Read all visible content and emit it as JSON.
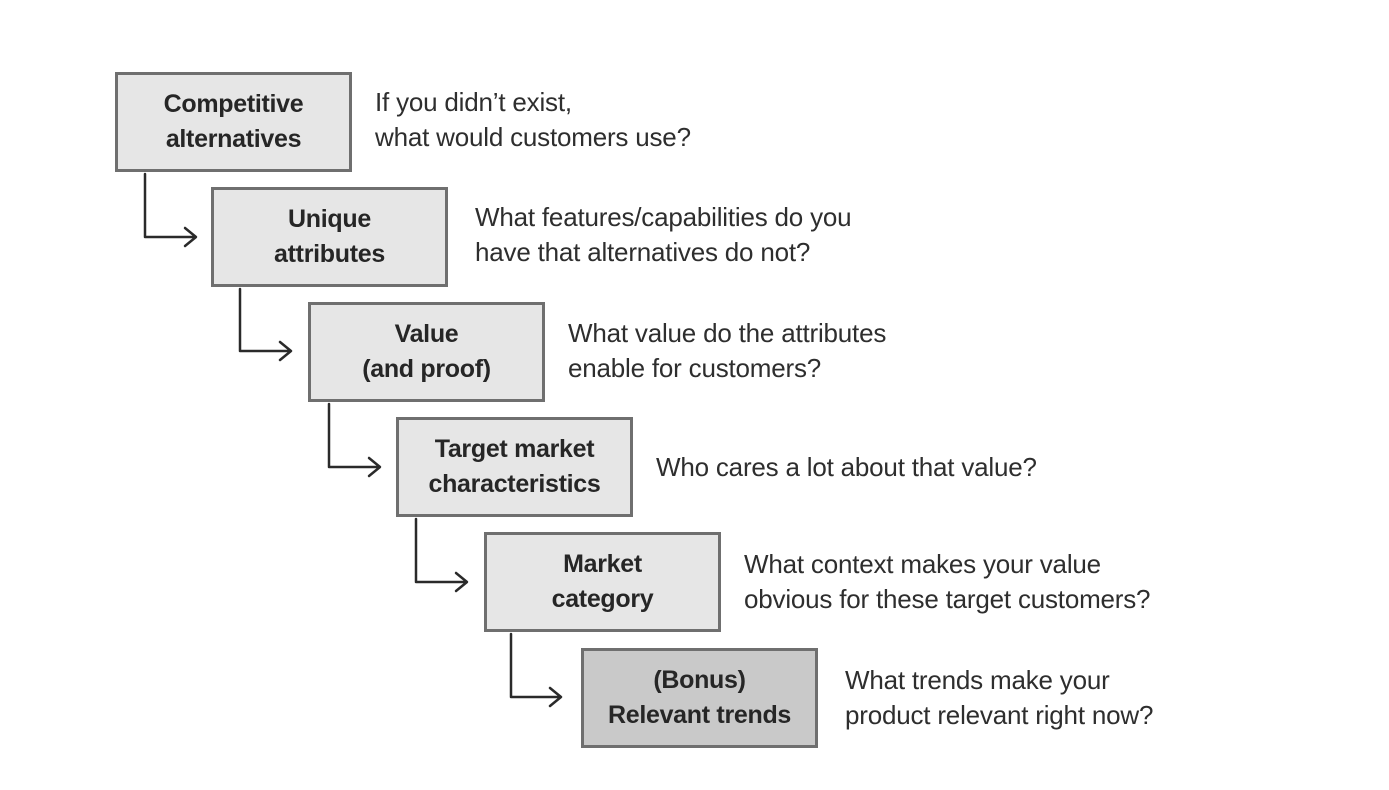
{
  "steps": [
    {
      "title_lines": [
        "Competitive",
        "alternatives"
      ],
      "question_lines": [
        "If you didn’t exist,",
        "what would customers use?"
      ],
      "bonus": false
    },
    {
      "title_lines": [
        "Unique",
        "attributes"
      ],
      "question_lines": [
        "What features/capabilities do you",
        "have that alternatives do not?"
      ],
      "bonus": false
    },
    {
      "title_lines": [
        "Value",
        "(and proof)"
      ],
      "question_lines": [
        "What value do the attributes",
        "enable for customers?"
      ],
      "bonus": false
    },
    {
      "title_lines": [
        "Target market",
        "characteristics"
      ],
      "question_lines": [
        "Who cares a lot about that value?"
      ],
      "bonus": false
    },
    {
      "title_lines": [
        "Market",
        "category"
      ],
      "question_lines": [
        "What context makes your value",
        "obvious for these target customers?"
      ],
      "bonus": false
    },
    {
      "title_lines": [
        "(Bonus)",
        "Relevant trends"
      ],
      "question_lines": [
        "What trends make your",
        "product relevant right now?"
      ],
      "bonus": true
    }
  ],
  "colors": {
    "box_fill": "#e6e6e6",
    "bonus_fill": "#c9c9c9",
    "box_border": "#6f6f6f",
    "connector": "#2a2a2a",
    "text": "#2e2e2e"
  }
}
